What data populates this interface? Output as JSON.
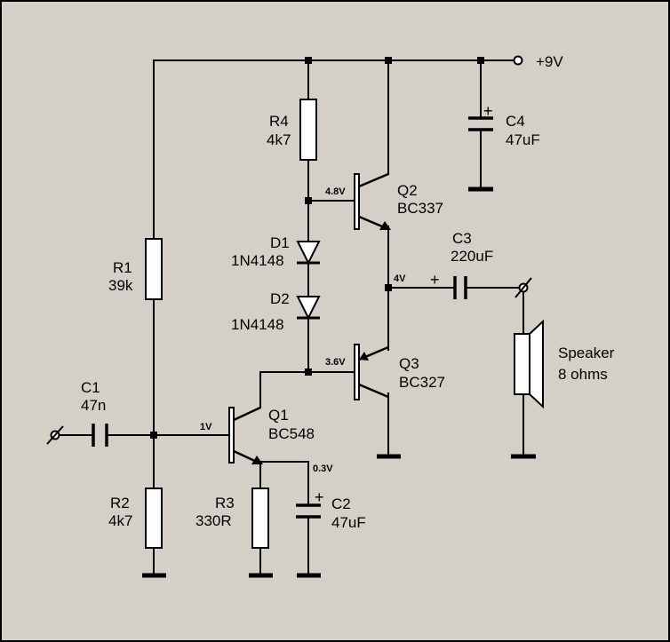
{
  "supply": {
    "label": "+9V"
  },
  "components": {
    "r1": {
      "name": "R1",
      "value": "39k"
    },
    "r2": {
      "name": "R2",
      "value": "4k7"
    },
    "r3": {
      "name": "R3",
      "value": "330R"
    },
    "r4": {
      "name": "R4",
      "value": "4k7"
    },
    "c1": {
      "name": "C1",
      "value": "47n"
    },
    "c2": {
      "name": "C2",
      "value": "47uF"
    },
    "c3": {
      "name": "C3",
      "value": "220uF"
    },
    "c4": {
      "name": "C4",
      "value": "47uF"
    },
    "d1": {
      "name": "D1",
      "value": "1N4148"
    },
    "d2": {
      "name": "D2",
      "value": "1N4148"
    },
    "q1": {
      "name": "Q1",
      "value": "BC548"
    },
    "q2": {
      "name": "Q2",
      "value": "BC337"
    },
    "q3": {
      "name": "Q3",
      "value": "BC327"
    },
    "speaker": {
      "name": "Speaker",
      "value": "8 ohms"
    }
  },
  "voltages": {
    "q1_base": "1V",
    "q1_emitter": "0.3V",
    "q2_base": "4.8V",
    "q3_base": "3.6V",
    "output": "4V"
  },
  "polarity": {
    "plus": "+"
  }
}
